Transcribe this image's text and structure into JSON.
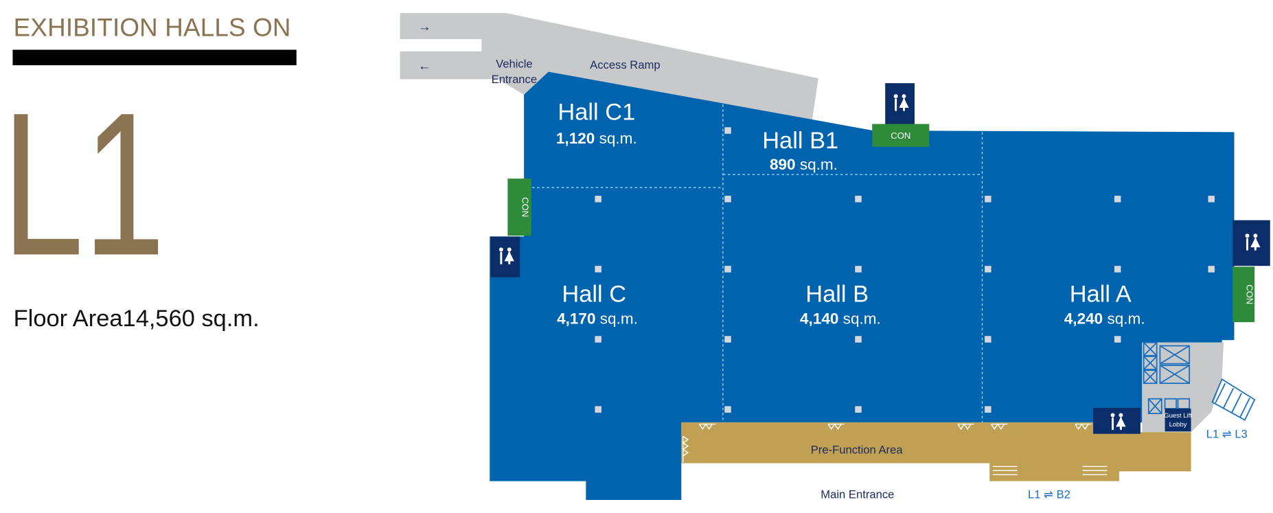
{
  "header": {
    "title": "EXHIBITION HALLS ON",
    "level": "L1",
    "floor_area_label": "Floor Area",
    "floor_area_value": "14,560 sq.m."
  },
  "colors": {
    "gold": "#8a7350",
    "hall_blue": "#0063ae",
    "navy": "#0b2d69",
    "green": "#2e8b3a",
    "tan": "#c0a154",
    "gray": "#c8c9cb"
  },
  "map": {
    "access": {
      "vehicle_entrance_line1": "Vehicle",
      "vehicle_entrance_line2": "Entrance",
      "access_ramp": "Access Ramp",
      "in_arrow": "→",
      "out_arrow": "←"
    },
    "halls": [
      {
        "name": "Hall C1",
        "area_num": "1,120",
        "area_unit": " sq.m."
      },
      {
        "name": "Hall B1",
        "area_num": "890",
        "area_unit": " sq.m."
      },
      {
        "name": "Hall C",
        "area_num": "4,170",
        "area_unit": " sq.m."
      },
      {
        "name": "Hall B",
        "area_num": "4,140",
        "area_unit": " sq.m."
      },
      {
        "name": "Hall A",
        "area_num": "4,240",
        "area_unit": " sq.m."
      }
    ],
    "con_label": "CON",
    "pre_function": "Pre-Function Area",
    "main_entrance": "Main Entrance",
    "lift_lobby_line1": "Guest Lift",
    "lift_lobby_line2": "Lobby",
    "escalator_b2": "L1 ⇌ B2",
    "escalator_l3": "L1 ⇌ L3",
    "toilet_icon": "restroom-icon"
  }
}
